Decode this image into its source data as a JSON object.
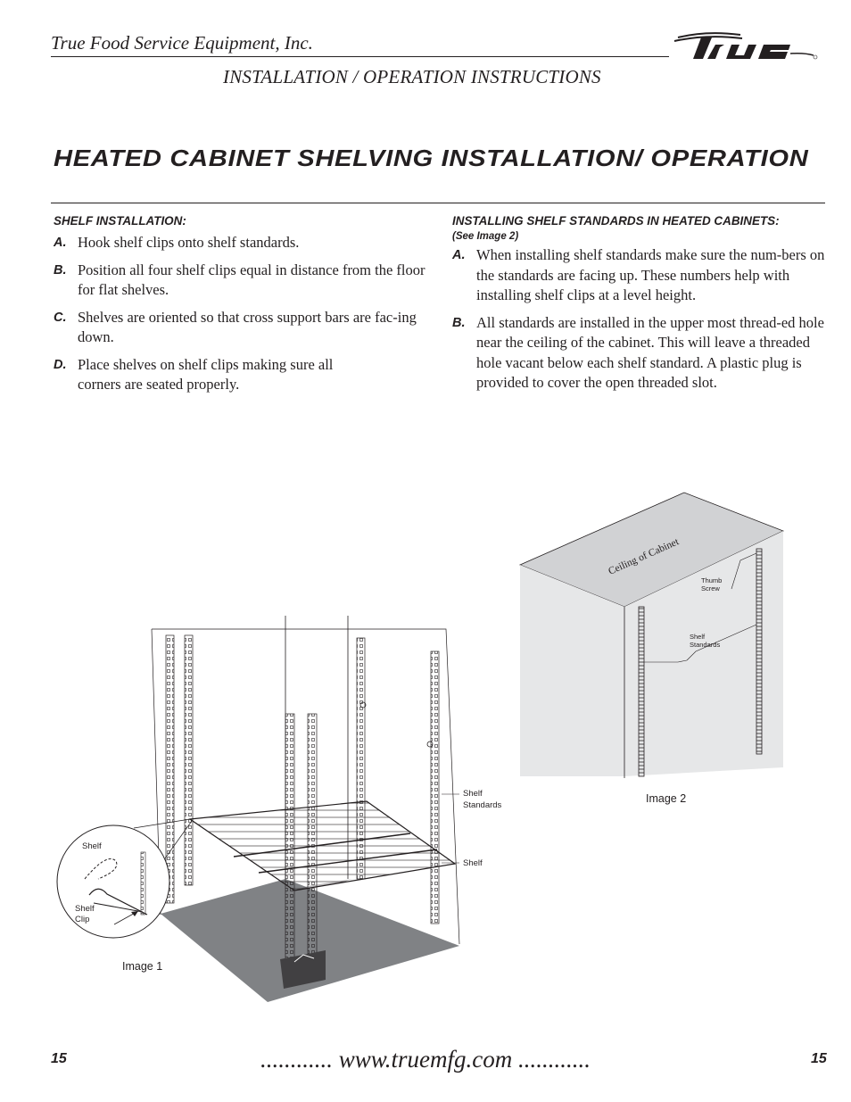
{
  "header": {
    "company": "True Food Service Equipment, Inc.",
    "subtitle": "INSTALLATION / OPERATION INSTRUCTIONS",
    "logo_icon": "true-logo-icon"
  },
  "title": "HEATED CABINET SHELVING INSTALLATION/ OPERATION",
  "left_section": {
    "heading": "SHELF INSTALLATION:",
    "steps": [
      {
        "letter": "A.",
        "text": "Hook shelf clips onto shelf standards."
      },
      {
        "letter": "B.",
        "text": "Position all four shelf clips equal in distance from the floor for flat shelves."
      },
      {
        "letter": "C.",
        "text": "Shelves are oriented so that cross support bars are fac-ing down."
      },
      {
        "letter": "D.",
        "text": "Place shelves on shelf clips making sure all corners are seated properly."
      }
    ]
  },
  "right_section": {
    "heading": "INSTALLING SHELF STANDARDS IN HEATED CABINETS:",
    "note": "(See Image 2)",
    "steps": [
      {
        "letter": "A.",
        "text": "When installing shelf standards make sure the num-bers on the standards are facing up. These numbers help with installing shelf clips at a level height."
      },
      {
        "letter": "B.",
        "text": "All standards are installed in the upper most thread-ed hole near the ceiling of the cabinet. This will leave a threaded hole vacant below each shelf standard. A plastic plug is provided to cover the open threaded slot."
      }
    ]
  },
  "image1": {
    "caption": "Image 1",
    "labels": {
      "shelf_standards_1": "Shelf",
      "shelf_standards_2": "Standards",
      "shelf": "Shelf",
      "detail_shelf": "Shelf",
      "detail_clip_1": "Shelf",
      "detail_clip_2": "Clip"
    }
  },
  "image2": {
    "caption": "Image 2",
    "labels": {
      "ceiling": "Ceiling of Cabinet",
      "thumb_1": "Thumb",
      "thumb_2": "Screw",
      "standards_1": "Shelf",
      "standards_2": "Standards"
    }
  },
  "footer": {
    "page_left": "15",
    "page_right": "15",
    "url": "............ www.truemfg.com ............"
  }
}
